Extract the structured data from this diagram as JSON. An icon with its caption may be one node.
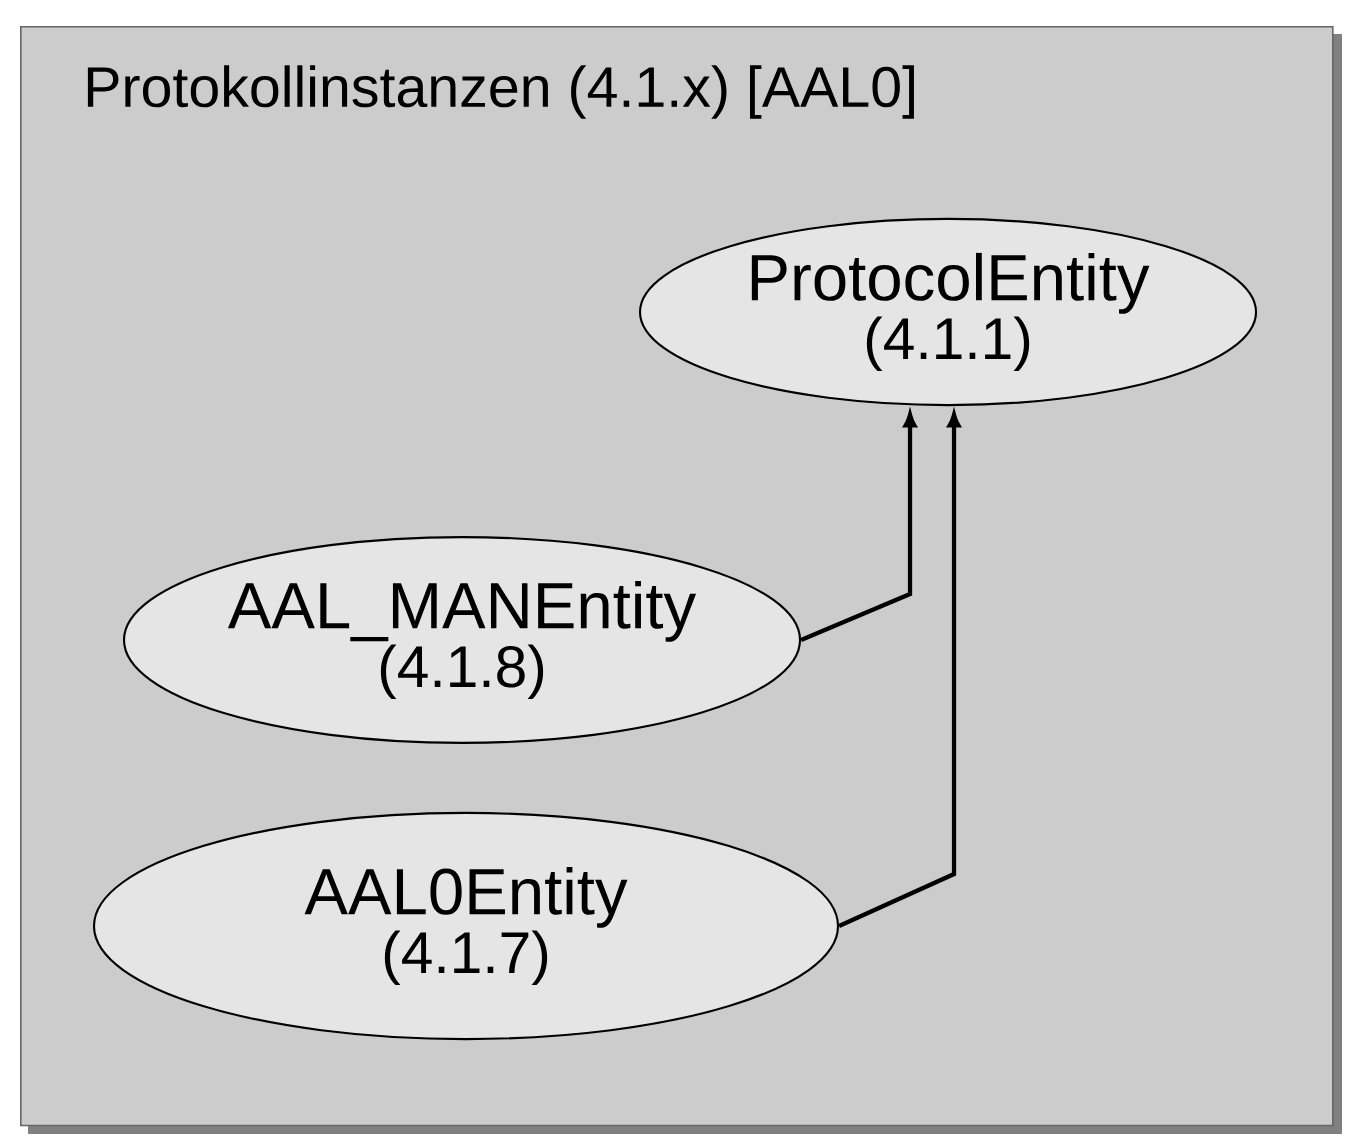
{
  "diagram": {
    "nodes": [
      {
        "text": [
          "Protokollinstanzen (4.1.x) [AAL0]"
        ]
      },
      {
        "text": [
          "ProtocolEntity",
          "(4.1.1)"
        ],
        "in": 0
      },
      {
        "text": [
          "AAL_MANEntity",
          "(4.1.8)"
        ],
        "in": 0
      },
      {
        "text": [
          "AAL0Entity",
          "(4.1.7)"
        ],
        "in": 0
      }
    ],
    "edges": [
      {
        "from": 2,
        "to": 1,
        "arrow": "to"
      },
      {
        "from": 3,
        "to": 1,
        "arrow": "to"
      }
    ]
  }
}
